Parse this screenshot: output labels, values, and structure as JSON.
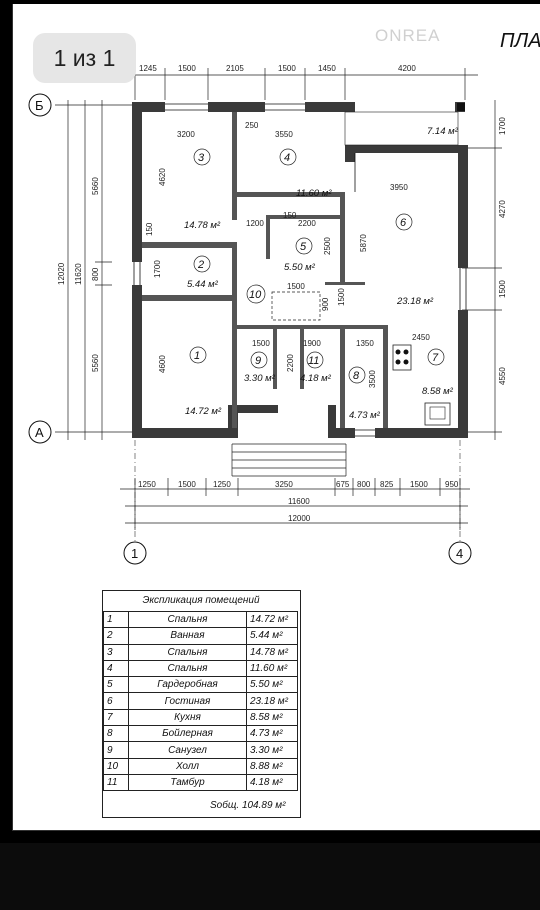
{
  "viewer": {
    "page_counter": "1 из 1",
    "watermark": "ONREA",
    "title_fragment": "ПЛА"
  },
  "plan": {
    "axes": {
      "top_left": "Б",
      "bottom_left": "А",
      "bottom_1": "1",
      "bottom_4": "4"
    },
    "dims_top": [
      "1245",
      "1500",
      "2105",
      "1500",
      "1450",
      "4200"
    ],
    "dims_bottom": [
      "1250",
      "1500",
      "1250",
      "3250",
      "675",
      "800",
      "825",
      "1500",
      "950"
    ],
    "dim_total_inner": "11600",
    "dim_total_outer": "12000",
    "dims_left_outer": "12020",
    "dims_left_inner": "11620",
    "dims_left": [
      "5660",
      "800",
      "5560"
    ],
    "dims_right": [
      "1700",
      "4270",
      "1500",
      "4550"
    ],
    "inner_dims": {
      "r3_w": "3200",
      "r4_w1": "250",
      "r4_w2": "3550",
      "r3_h": "4620",
      "r3_b1": "150",
      "r3_b2": "1200",
      "r5_w1": "150",
      "r5_w2": "2200",
      "r5_h": "2500",
      "r2_h": "1700",
      "r6_w": "3950",
      "r6_h": "5870",
      "hall_w": "1500",
      "hall_900": "900",
      "hall_1500": "1500",
      "r1_h": "4600",
      "r9_w": "1500",
      "r11_w": "1900",
      "r9_h": "2200",
      "r8_w": "1350",
      "r7_w": "2450",
      "r8_h": "3500"
    },
    "rooms": [
      {
        "num": "1",
        "area": "14.72 м²"
      },
      {
        "num": "2",
        "area": "5.44 м²"
      },
      {
        "num": "3",
        "area": "14.78 м²"
      },
      {
        "num": "4",
        "area": "11.60 м²"
      },
      {
        "num": "5",
        "area": "5.50 м²"
      },
      {
        "num": "6",
        "area": "23.18 м²"
      },
      {
        "num": "7",
        "area": "8.58 м²"
      },
      {
        "num": "8",
        "area": "4.73 м²"
      },
      {
        "num": "9",
        "area": "3.30 м²"
      },
      {
        "num": "10",
        "area": ""
      },
      {
        "num": "11",
        "area": "4.18 м²"
      },
      {
        "num": "",
        "area": "7.14 м²"
      }
    ]
  },
  "explication": {
    "title": "Экспликация помещений",
    "rows": [
      {
        "n": "1",
        "name": "Спальня",
        "area": "14.72 м²"
      },
      {
        "n": "2",
        "name": "Ванная",
        "area": "5.44 м²"
      },
      {
        "n": "3",
        "name": "Спальня",
        "area": "14.78 м²"
      },
      {
        "n": "4",
        "name": "Спальня",
        "area": "11.60 м²"
      },
      {
        "n": "5",
        "name": "Гардеробная",
        "area": "5.50 м²"
      },
      {
        "n": "6",
        "name": "Гостиная",
        "area": "23.18 м²"
      },
      {
        "n": "7",
        "name": "Кухня",
        "area": "8.58 м²"
      },
      {
        "n": "8",
        "name": "Бойлерная",
        "area": "4.73 м²"
      },
      {
        "n": "9",
        "name": "Санузел",
        "area": "3.30 м²"
      },
      {
        "n": "10",
        "name": "Холл",
        "area": "8.88 м²"
      },
      {
        "n": "11",
        "name": "Тамбур",
        "area": "4.18 м²"
      }
    ],
    "total_label": "Sобщ.",
    "total_value": "104.89 м²"
  }
}
